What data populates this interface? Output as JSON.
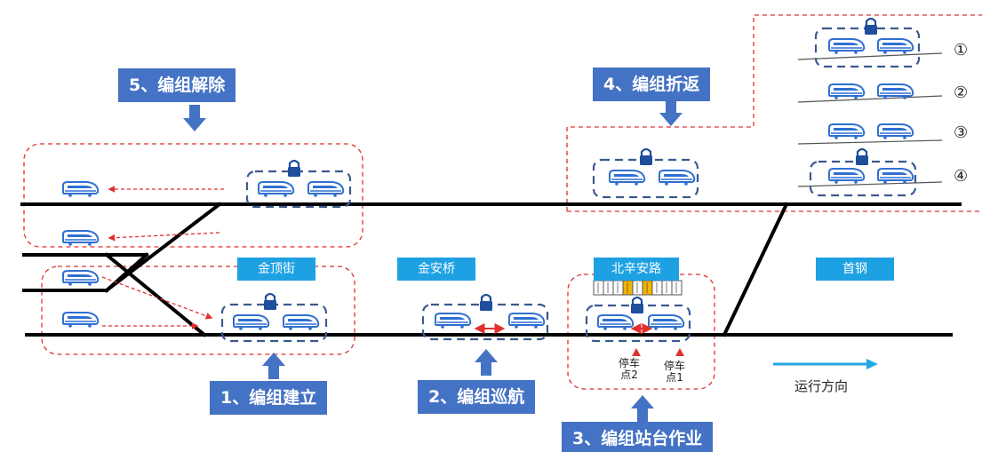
{
  "colors": {
    "track": "#000000",
    "accent": "#4472c4",
    "station": "#1ea1e3",
    "dash_red": "#e03030",
    "lock": "#1f4e9c",
    "train": "#2f6fd1",
    "door_yellow": "#f4b400",
    "arrow_cyan": "#23a6e6"
  },
  "stages": [
    {
      "id": "s1",
      "label": "1、编组建立"
    },
    {
      "id": "s2",
      "label": "2、编组巡航"
    },
    {
      "id": "s3",
      "label": "3、编组站台作业"
    },
    {
      "id": "s4",
      "label": "4、编组折返"
    },
    {
      "id": "s5",
      "label": "5、编组解除"
    }
  ],
  "stations": [
    "金顶街",
    "金安桥",
    "北辛安路",
    "首钢"
  ],
  "stop_points": [
    "停车\n点2",
    "停车\n点1"
  ],
  "direction_label": "运行方向",
  "turnback_lines": [
    "①",
    "②",
    "③",
    "④"
  ],
  "icons": {
    "train": "train-icon",
    "lock": "lock-icon",
    "arrow": "down-arrow-icon",
    "stop": "stop-marker-icon"
  }
}
